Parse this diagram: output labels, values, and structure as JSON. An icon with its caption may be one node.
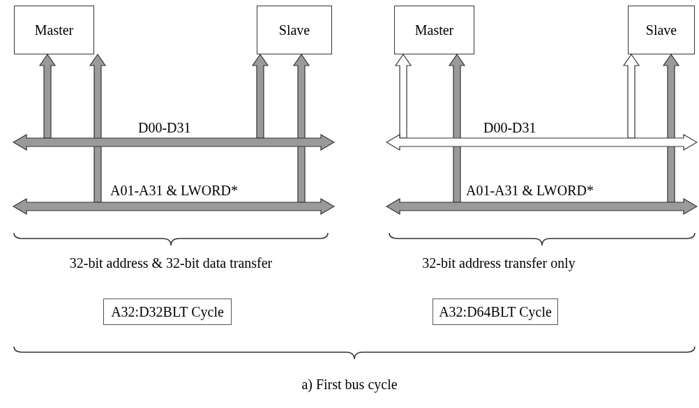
{
  "diagram": {
    "caption": "a) First bus cycle",
    "nodes": [
      {
        "text": [
          "Master"
        ]
      },
      {
        "text": [
          "Slave"
        ]
      },
      {
        "text": [
          "D00-D31"
        ]
      },
      {
        "text": [
          "A01-A31 & LWORD*"
        ]
      },
      {
        "text": [
          "A32:D32BLT Cycle"
        ]
      },
      {
        "text": [
          "Master"
        ]
      },
      {
        "text": [
          "Slave"
        ]
      },
      {
        "text": [
          "D00-D31"
        ]
      },
      {
        "text": [
          "A01-A31 & LWORD*"
        ]
      },
      {
        "text": [
          "A32:D64BLT Cycle"
        ]
      }
    ],
    "edges": [
      {
        "from": 2,
        "to": 0,
        "arrow": "to"
      },
      {
        "from": 3,
        "to": 0,
        "arrow": "to"
      },
      {
        "from": 2,
        "to": 1,
        "arrow": "to"
      },
      {
        "from": 3,
        "to": 1,
        "arrow": "to"
      },
      {
        "from": 7,
        "to": 5,
        "arrow": "to",
        "color": "#ffffff"
      },
      {
        "from": 8,
        "to": 5,
        "arrow": "to"
      },
      {
        "from": 7,
        "to": 6,
        "arrow": "to",
        "color": "#ffffff"
      },
      {
        "from": 8,
        "to": 6,
        "arrow": "to"
      }
    ],
    "labels": [
      "32-bit address & 32-bit data transfer",
      "32-bit address transfer only"
    ]
  }
}
